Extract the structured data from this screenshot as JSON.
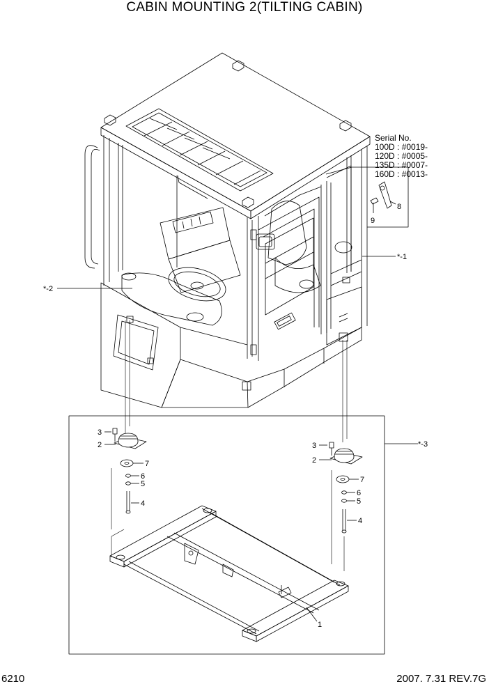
{
  "title": "CABIN MOUNTING 2(TILTING CABIN)",
  "serial": {
    "heading": "Serial No.",
    "entries": [
      "100D : #0019-",
      "120D : #0005-",
      "135D : #0007-",
      "160D : #0013-"
    ]
  },
  "callouts": {
    "c1": "*-1",
    "c2": "*-2",
    "c3": "*-3",
    "p8": "8",
    "p9": "9",
    "l3": "3",
    "l2": "2",
    "l7": "7",
    "l6": "6",
    "l5": "5",
    "l4": "4",
    "r3": "3",
    "r2": "2",
    "r7": "7",
    "r6": "6",
    "r5": "5",
    "r4": "4",
    "p1": "1"
  },
  "footer": {
    "page_number": "6210",
    "revision": "2007. 7.31 REV.7G"
  }
}
